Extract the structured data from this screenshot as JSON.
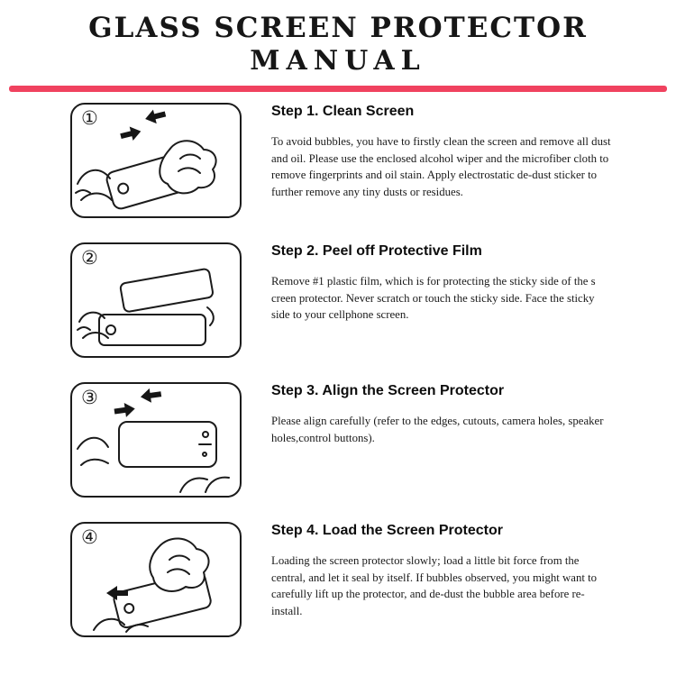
{
  "title": {
    "line1": "GLASS SCREEN PROTECTOR",
    "line2": "MANUAL"
  },
  "accent_color": "#f0425f",
  "steps": [
    {
      "badge": "①",
      "illustration": "hands-wiping-phone-screen",
      "heading": "Step 1. Clean Screen",
      "body": "To avoid bubbles, you have to firstly clean the screen and remove all dust and oil. Please use the enclosed alcohol wiper and the microfiber cloth to remove fingerprints and oil stain. Apply electrostatic de-dust sticker to further remove any tiny dusts or residues."
    },
    {
      "badge": "②",
      "illustration": "hand-peeling-protective-film",
      "heading": "Step 2. Peel off Protective Film",
      "body": "Remove #1 plastic film, which is for protecting the sticky side of the s creen protector. Never scratch or touch the sticky side. Face the sticky side to your cellphone screen."
    },
    {
      "badge": "③",
      "illustration": "hands-aligning-screen-protector",
      "heading": "Step 3. Align the Screen Protector",
      "body": "Please align carefully (refer to the edges, cutouts, camera holes, speaker holes,control buttons)."
    },
    {
      "badge": "④",
      "illustration": "hand-loading-screen-protector",
      "heading": "Step 4. Load the Screen Protector",
      "body": "Loading the screen protector slowly; load a little bit force from the central, and let it seal by itself. If bubbles observed, you might want to carefully lift up the protector, and de-dust the bubble area before re-install."
    }
  ]
}
